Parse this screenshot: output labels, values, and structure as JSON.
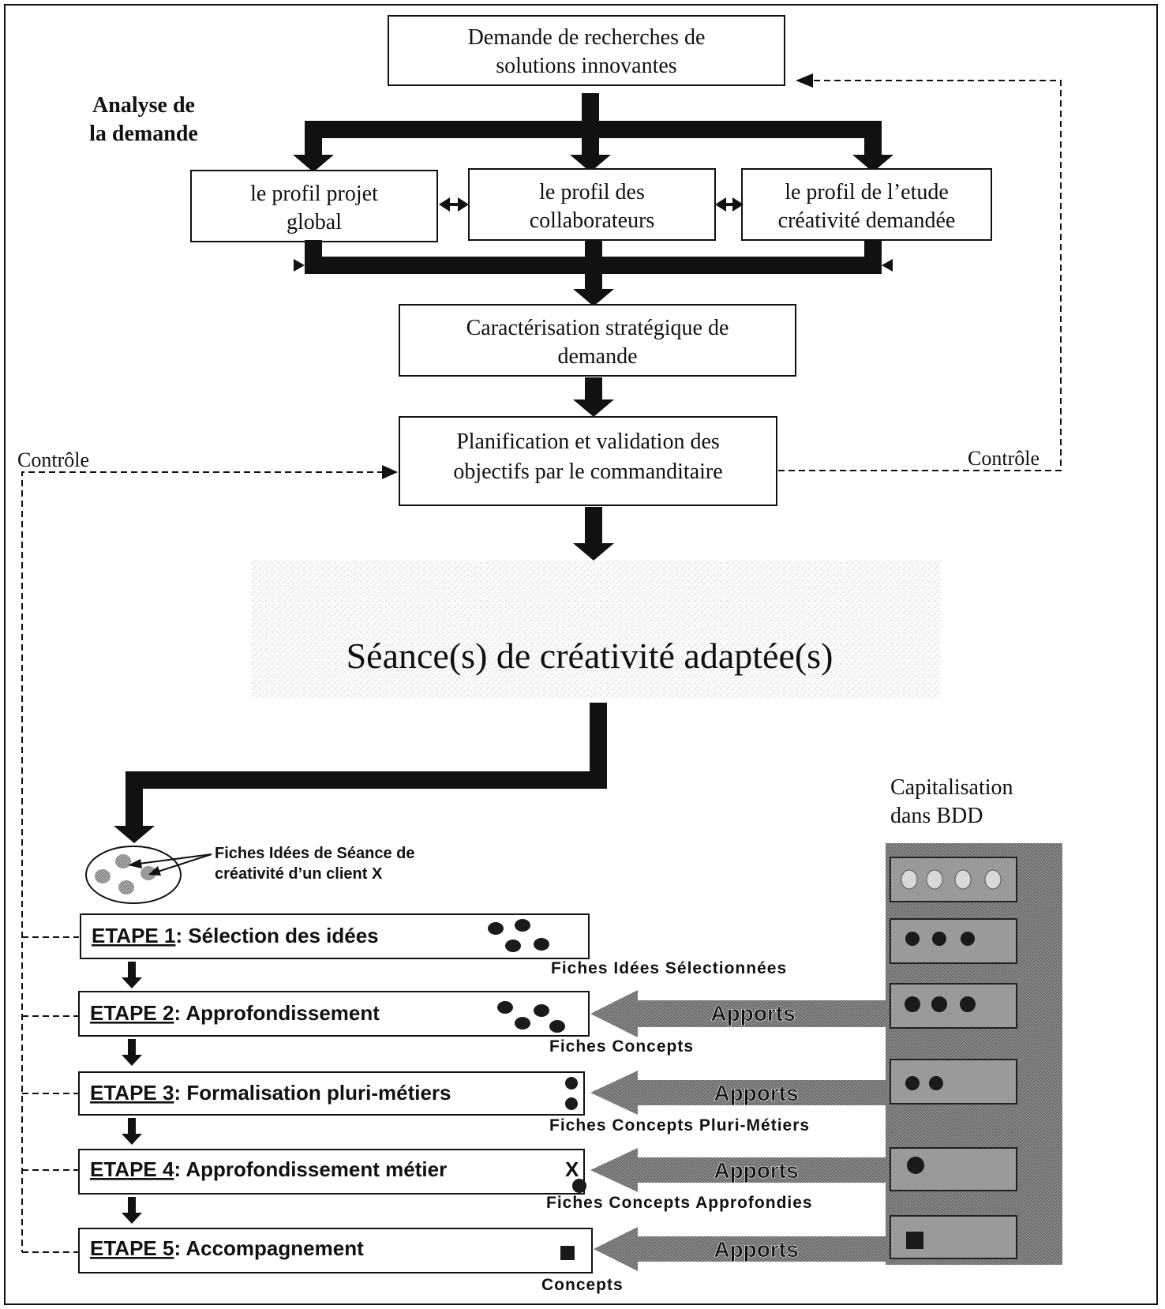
{
  "diagram": {
    "top_box": {
      "line1": "Demande de recherches de",
      "line2": "solutions innovantes"
    },
    "analyse_label": {
      "line1": "Analyse de",
      "line2": "la demande"
    },
    "profile_boxes": [
      {
        "line1": "le profil projet",
        "line2": "global"
      },
      {
        "line1": "le profil des",
        "line2": "collaborateurs"
      },
      {
        "line1": "le profil de l’etude",
        "line2": "créativité demandée"
      }
    ],
    "caracterisation_box": {
      "line1": "Caractérisation stratégique  de",
      "line2": "demande"
    },
    "planification_box": {
      "line1": "Planification et validation des",
      "line2": "objectifs par le commanditaire"
    },
    "controle_left": "Contrôle",
    "controle_right": "Contrôle",
    "seance_title": "Séance(s) de créativité adaptée(s)",
    "capitalisation": {
      "line1": "Capitalisation",
      "line2": "dans  BDD"
    },
    "fiches_idees_note": {
      "line1": "Fiches Idées de Séance de",
      "line2": "créativité d’un client X"
    },
    "etapes": [
      {
        "label": "ETAPE 1",
        "text": ": Sélection des idées",
        "output": "Fiches Idées Sélectionnées"
      },
      {
        "label": "ETAPE 2",
        "text": ": Approfondissement",
        "output": "Fiches Concepts"
      },
      {
        "label": "ETAPE 3",
        "text": ": Formalisation pluri-métiers",
        "output": "Fiches Concepts Pluri-Métiers"
      },
      {
        "label": "ETAPE 4",
        "text": ":  Approfondissement métier",
        "output": "Fiches Concepts Approfondies"
      },
      {
        "label": "ETAPE 5",
        "text": ":  Accompagnement",
        "output": "Concepts"
      }
    ],
    "etape4_marker": "X",
    "apports_label": "Apports"
  }
}
